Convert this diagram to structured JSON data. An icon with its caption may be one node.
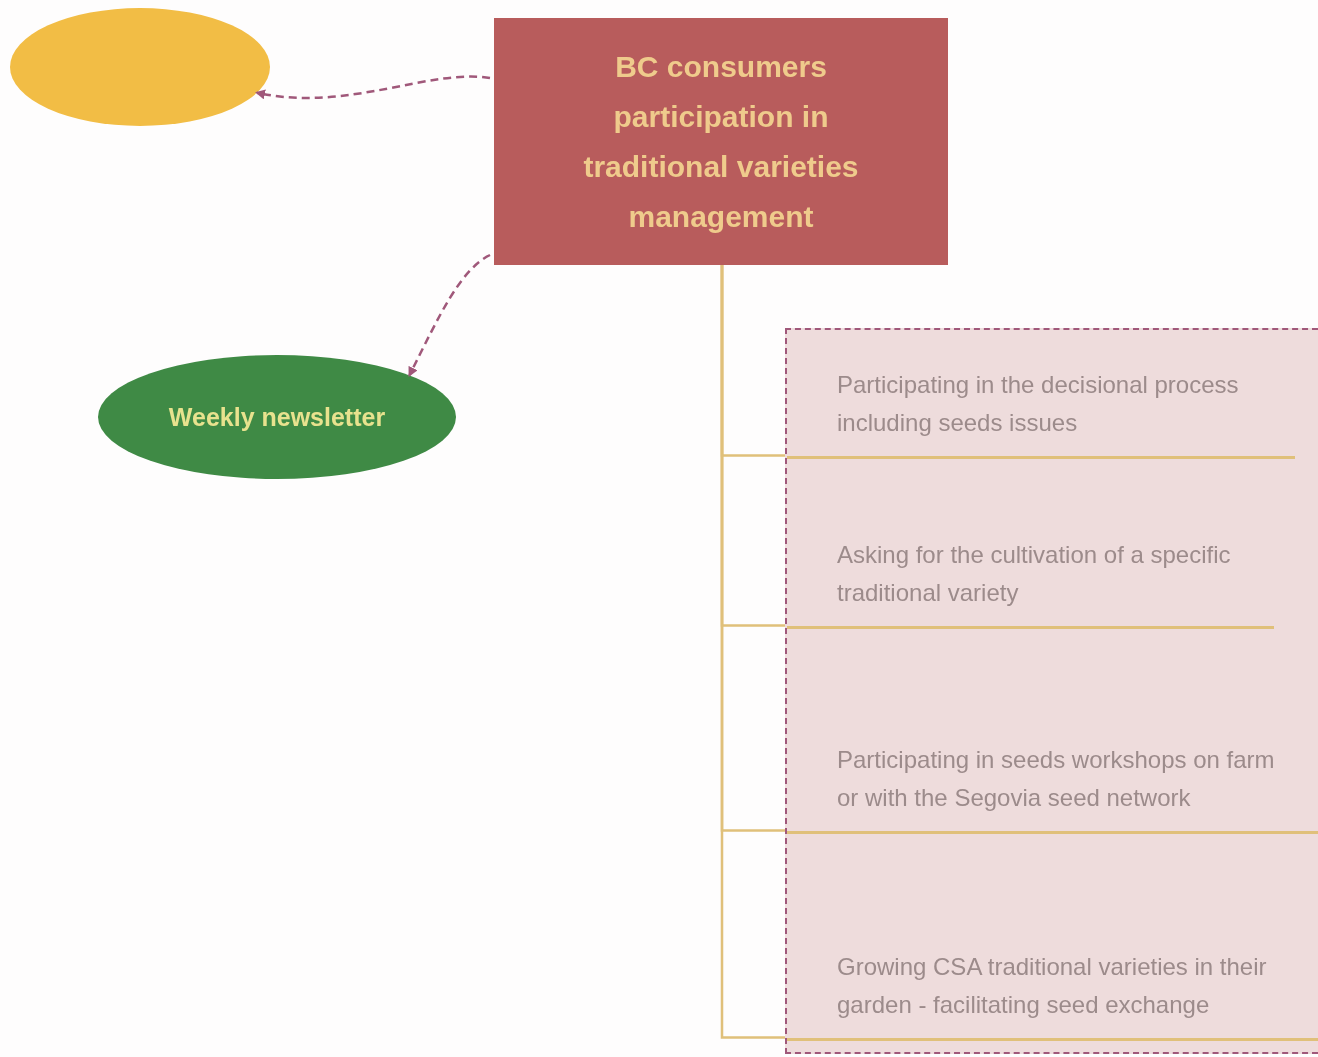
{
  "diagram": {
    "nodes": [
      {
        "text": [
          "BC consumers participation in traditional varieties management"
        ]
      },
      {
        "text": [],
        "shape": "ellipse"
      },
      {
        "text": [
          "Weekly newsletter"
        ]
      },
      {
        "text": [],
        "shape": "box"
      },
      {
        "text": [
          "Participating in the decisional process including seeds issues"
        ],
        "in": 3
      },
      {
        "text": [
          "Asking for the cultivation of a specific traditional variety"
        ],
        "in": 3
      },
      {
        "text": [
          "Participating in seeds workshops on farm or with the Segovia seed network"
        ],
        "in": 3
      },
      {
        "text": [
          "Growing CSA traditional varieties in their garden - facilitating seed exchange"
        ],
        "in": 3
      }
    ],
    "edges": [
      {
        "from": 0,
        "to": 1,
        "arrow": "to",
        "style": "dashed",
        "color": "#a0587a"
      },
      {
        "from": 0,
        "to": 2,
        "arrow": "to",
        "style": "dashed",
        "color": "#a0587a"
      },
      {
        "from": 0,
        "to": 4,
        "arrow": "none"
      },
      {
        "from": 0,
        "to": 5,
        "arrow": "none"
      },
      {
        "from": 0,
        "to": 6,
        "arrow": "none"
      },
      {
        "from": 0,
        "to": 7,
        "arrow": "none"
      }
    ]
  }
}
